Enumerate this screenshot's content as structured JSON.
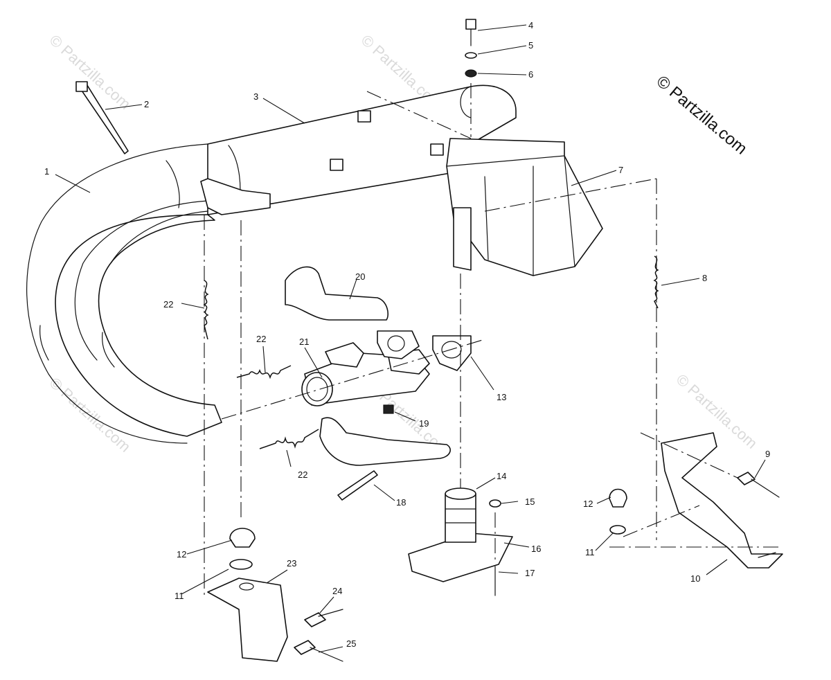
{
  "watermark": {
    "corner_text": "© Partzilla.com",
    "tile_text": "© Partzilla.com"
  },
  "callouts": {
    "c1": "1",
    "c2": "2",
    "c3": "3",
    "c4": "4",
    "c5": "5",
    "c6": "6",
    "c7": "7",
    "c8": "8",
    "c9": "9",
    "c10": "10",
    "c11a": "11",
    "c11b": "11",
    "c12a": "12",
    "c12b": "12",
    "c13": "13",
    "c14": "14",
    "c15": "15",
    "c16": "16",
    "c17": "17",
    "c18": "18",
    "c19": "19",
    "c20": "20",
    "c21": "21",
    "c22a": "22",
    "c22b": "22",
    "c22c": "22",
    "c23": "23",
    "c24": "24",
    "c25": "25"
  },
  "colors": {
    "line": "#111111",
    "background": "#ffffff",
    "watermark": "#bcbcbc"
  }
}
